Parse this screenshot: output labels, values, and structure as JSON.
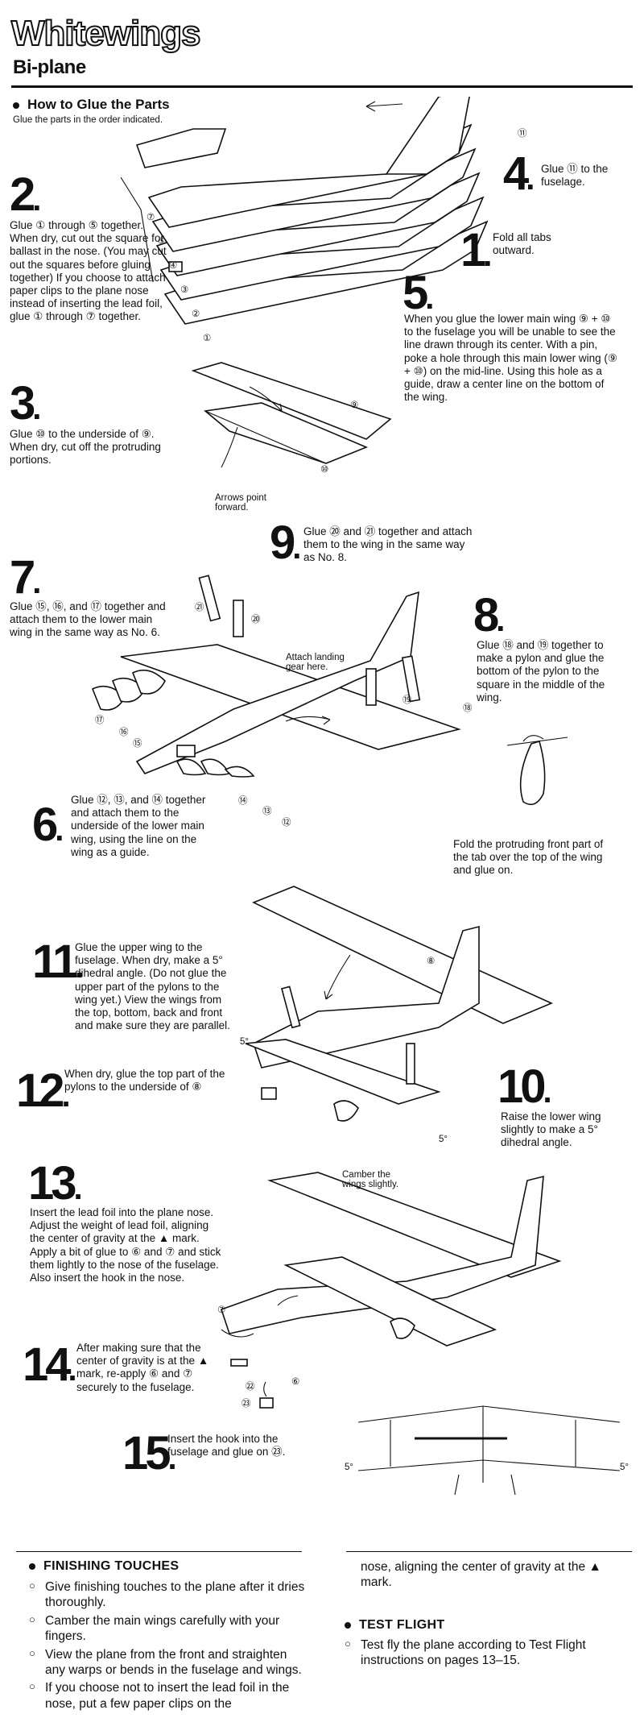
{
  "header": {
    "brand": "Whitewings",
    "subtitle": "Bi-plane"
  },
  "howto": {
    "title": "How to Glue the Parts",
    "subtitle": "Glue the parts in the order indicated."
  },
  "steps": {
    "s1": {
      "num": "1",
      "text": "Fold all tabs outward."
    },
    "s2": {
      "num": "2",
      "text": "Glue ① through ⑤ together. When dry, cut out the square for ballast in the nose. (You may cut out the squares before gluing together) If you choose to attach paper clips to the plane nose instead of inserting the lead foil, glue ① through ⑦ together."
    },
    "s3": {
      "num": "3",
      "text": "Glue ⑩ to the underside of ⑨. When dry, cut off the protruding portions."
    },
    "s4": {
      "num": "4",
      "text": "Glue ⑪ to the fuselage."
    },
    "s5": {
      "num": "5",
      "text": "When you glue the lower main wing ⑨ + ⑩ to the fuselage you will be unable to see the line drawn through its center. With a pin, poke a hole through this main lower wing (⑨ + ⑩) on the mid-line. Using this hole as a guide, draw a center line on the bottom of the wing."
    },
    "s6": {
      "num": "6",
      "text": "Glue ⑫, ⑬, and ⑭ together and attach them to the underside of the lower main wing, using the line on the wing as a guide."
    },
    "s7": {
      "num": "7",
      "text": "Glue ⑮, ⑯, and ⑰ together and attach them to the lower main wing in the same way as No. 6."
    },
    "s8": {
      "num": "8",
      "text": "Glue ⑱ and ⑲ together to make a pylon and glue the bottom of the pylon to the square in the middle of the wing."
    },
    "s9": {
      "num": "9",
      "text": "Glue ⑳ and ㉑ together and attach them to the wing in the same way as No. 8."
    },
    "s10": {
      "num": "10",
      "text": "Raise the lower wing slightly to make a 5° dihedral angle."
    },
    "s11": {
      "num": "11",
      "text": "Glue the upper wing to the fuselage. When dry, make a 5° dihedral angle. (Do not glue the upper part of the pylons to the wing yet.) View the wings from the top, bottom, back and front and make sure they are parallel."
    },
    "s12": {
      "num": "12",
      "text": "When dry, glue the top part of the pylons to the underside of ⑧"
    },
    "s13": {
      "num": "13",
      "text": "Insert the lead foil into the plane nose. Adjust the weight of lead foil, aligning the center of gravity at the ▲ mark. Apply a bit of glue to ⑥ and ⑦ and stick them lightly to the nose of the fuselage. Also insert the hook in the nose."
    },
    "s14": {
      "num": "14",
      "text": "After making sure that the center of gravity is at the ▲ mark, re-apply ⑥ and ⑦ securely to the fuselage."
    },
    "s15": {
      "num": "15",
      "text": "Insert the hook into the fuselage and glue on ㉓."
    }
  },
  "annotations": {
    "arrows": "Arrows point forward.",
    "landing": "Attach landing gear here.",
    "fold_tab": "Fold the protruding front part of the tab over the top of the wing and glue on.",
    "camber": "Camber the wings slightly.",
    "deg5": "5°",
    "circ_11": "⑪",
    "circ_9": "⑨",
    "circ_10": "⑩",
    "circ_8": "⑧",
    "circ_1": "①",
    "circ_2": "②",
    "circ_3": "③",
    "circ_4": "④",
    "circ_5": "⑤",
    "circ_6": "⑥",
    "circ_7": "⑦",
    "circ_12": "⑫",
    "circ_13": "⑬",
    "circ_14": "⑭",
    "circ_15": "⑮",
    "circ_16": "⑯",
    "circ_17": "⑰",
    "circ_18": "⑱",
    "circ_19": "⑲",
    "circ_20": "⑳",
    "circ_21": "㉑",
    "circ_22": "㉒",
    "circ_23": "㉓"
  },
  "finishing": {
    "title": "FINISHING TOUCHES",
    "items": [
      "Give finishing touches to the plane after it dries thoroughly.",
      "Camber the main wings carefully with your fingers.",
      "View the plane from the front and straighten any warps or bends in the fuselage and wings.",
      "If you choose not to insert the lead foil in the nose, put a few paper clips on the"
    ],
    "continuation": "nose, aligning the center of gravity at the ▲ mark."
  },
  "test_flight": {
    "title": "TEST FLIGHT",
    "items": [
      "Test fly the plane according to Test Flight instructions on pages 13–15."
    ]
  }
}
